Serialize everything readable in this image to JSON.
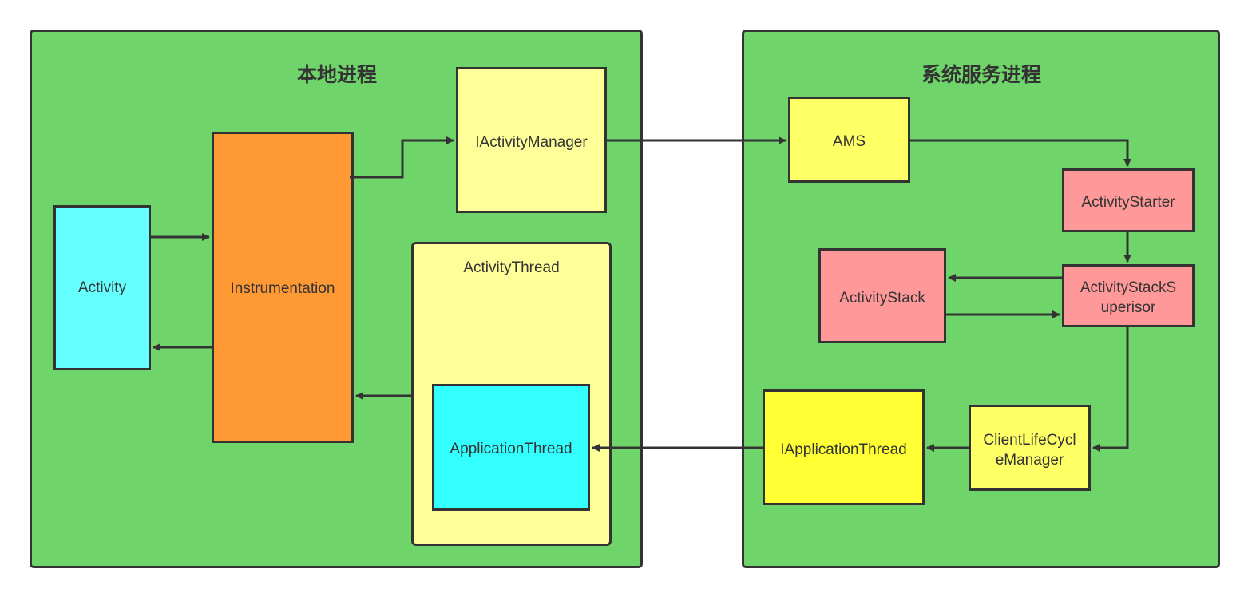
{
  "groups": {
    "local": {
      "title": "本地进程"
    },
    "system": {
      "title": "系统服务进程"
    }
  },
  "nodes": {
    "activity": "Activity",
    "instrumentation": "Instrumentation",
    "iactivity_manager": "IActivityManager",
    "activity_thread": "ActivityThread",
    "application_thread": "ApplicationThread",
    "ams": "AMS",
    "activity_starter": "ActivityStarter",
    "activity_stack": "ActivityStack",
    "activity_stack_supervisor": "ActivityStackS\nuperisor",
    "iapplication_thread": "IApplicationThread",
    "client_lifecycle_manager": "ClientLifeCycl\neManager"
  },
  "colors": {
    "group_fill": "#6fd46a",
    "activity": "#66ffff",
    "instrumentation": "#ff9933",
    "light_yellow": "#ffff99",
    "application_thread": "#33ffff",
    "red": "#ff9999",
    "bright_yellow": "#ffff33",
    "stroke": "#333333"
  }
}
